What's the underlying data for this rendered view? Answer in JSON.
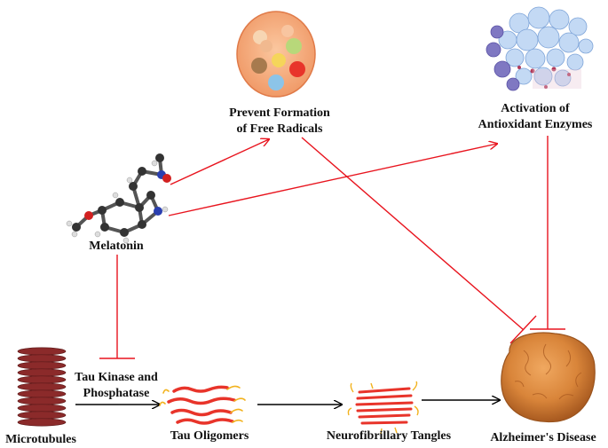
{
  "labels": {
    "prevent_line1": "Prevent Formation",
    "prevent_line2": "of Free Radicals",
    "activation_line1": "Activation of",
    "activation_line2": "Antioxidant Enzymes",
    "melatonin": "Melatonin",
    "tau_kinase_line1": "Tau Kinase and",
    "tau_kinase_line2": "Phosphatase",
    "microtubules": "Microtubules",
    "tau_oligomers": "Tau Oligomers",
    "neurofibrillary_tangles": "Neurofibrillary Tangles",
    "alzheimers_disease": "Alzheimer's Disease"
  },
  "colors": {
    "inhibition": "#e8141e",
    "progression": "#000000",
    "microtubule": "#8b2a2a",
    "brain": "#d9853a",
    "cell": "#f6a978",
    "enzyme": "#a9c7ee"
  },
  "edges": [
    {
      "from": "melatonin",
      "to": "prevent-formation-free-radicals",
      "type": "activation"
    },
    {
      "from": "melatonin",
      "to": "activation-antioxidant-enzymes",
      "type": "activation"
    },
    {
      "from": "melatonin",
      "to": "tau-kinase-phosphatase",
      "type": "inhibition"
    },
    {
      "from": "prevent-formation-free-radicals",
      "to": "alzheimers-disease",
      "type": "inhibition"
    },
    {
      "from": "activation-antioxidant-enzymes",
      "to": "alzheimers-disease",
      "type": "inhibition"
    },
    {
      "from": "microtubules",
      "to": "tau-oligomers",
      "type": "progression"
    },
    {
      "from": "tau-oligomers",
      "to": "neurofibrillary-tangles",
      "type": "progression"
    },
    {
      "from": "neurofibrillary-tangles",
      "to": "alzheimers-disease",
      "type": "progression"
    }
  ]
}
